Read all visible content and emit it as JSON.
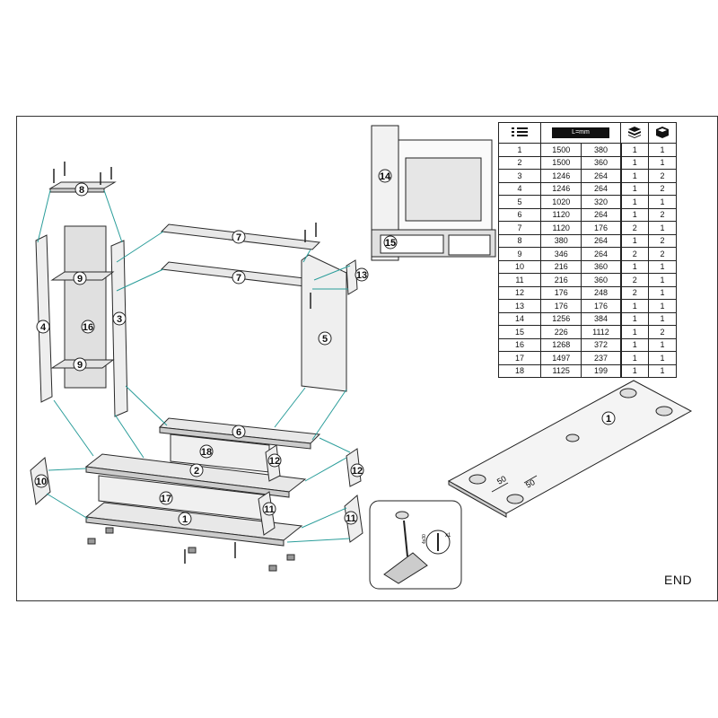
{
  "parts_table": {
    "ruler_label": "L=mm",
    "rows": [
      [
        "1",
        "1500",
        "380",
        "1",
        "1"
      ],
      [
        "2",
        "1500",
        "360",
        "1",
        "1"
      ],
      [
        "3",
        "1246",
        "264",
        "1",
        "2"
      ],
      [
        "4",
        "1246",
        "264",
        "1",
        "2"
      ],
      [
        "5",
        "1020",
        "320",
        "1",
        "1"
      ],
      [
        "6",
        "1120",
        "264",
        "1",
        "2"
      ],
      [
        "7",
        "1120",
        "176",
        "2",
        "1"
      ],
      [
        "8",
        "380",
        "264",
        "1",
        "2"
      ],
      [
        "9",
        "346",
        "264",
        "2",
        "2"
      ],
      [
        "10",
        "216",
        "360",
        "1",
        "1"
      ],
      [
        "11",
        "216",
        "360",
        "2",
        "1"
      ],
      [
        "12",
        "176",
        "248",
        "2",
        "1"
      ],
      [
        "13",
        "176",
        "176",
        "1",
        "1"
      ],
      [
        "14",
        "1256",
        "384",
        "1",
        "1"
      ],
      [
        "15",
        "226",
        "1112",
        "1",
        "2"
      ],
      [
        "16",
        "1268",
        "372",
        "1",
        "1"
      ],
      [
        "17",
        "1497",
        "237",
        "1",
        "1"
      ],
      [
        "18",
        "1125",
        "199",
        "1",
        "1"
      ]
    ]
  },
  "part_labels": {
    "p1": "1",
    "p2": "2",
    "p3": "3",
    "p4": "4",
    "p5": "5",
    "p6": "6",
    "p7": "7",
    "p8": "8",
    "p9": "9",
    "p10": "10",
    "p11": "11",
    "p12": "12",
    "p13": "13",
    "p14": "14",
    "p15": "15",
    "p16": "16",
    "p17": "17",
    "p18": "18"
  },
  "detail": {
    "dim_left": "50",
    "dim_right": "50",
    "screw_count": "x1",
    "screw_size": "4x30"
  },
  "end_label": "END"
}
